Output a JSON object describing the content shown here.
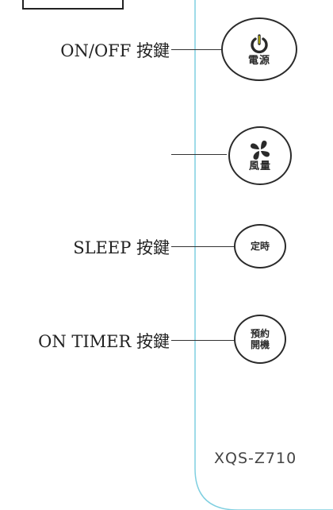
{
  "callouts": [
    {
      "id": "onoff",
      "text": "ON/OFF 按鍵"
    },
    {
      "id": "fan",
      "text": ""
    },
    {
      "id": "sleep",
      "text": "SLEEP 按鍵"
    },
    {
      "id": "timer",
      "text": "ON TIMER 按鍵"
    }
  ],
  "buttons": {
    "power": {
      "icon": "power-icon",
      "label": "電源",
      "color": "#f2e600"
    },
    "fan": {
      "icon": "fan-icon",
      "label": "風量"
    },
    "sleep": {
      "label": "定時"
    },
    "timer": {
      "line1": "預約",
      "line2": "開機"
    }
  },
  "model": "XQS-Z710",
  "colors": {
    "remote_outline": "#7fcfe0",
    "line": "#333333"
  }
}
